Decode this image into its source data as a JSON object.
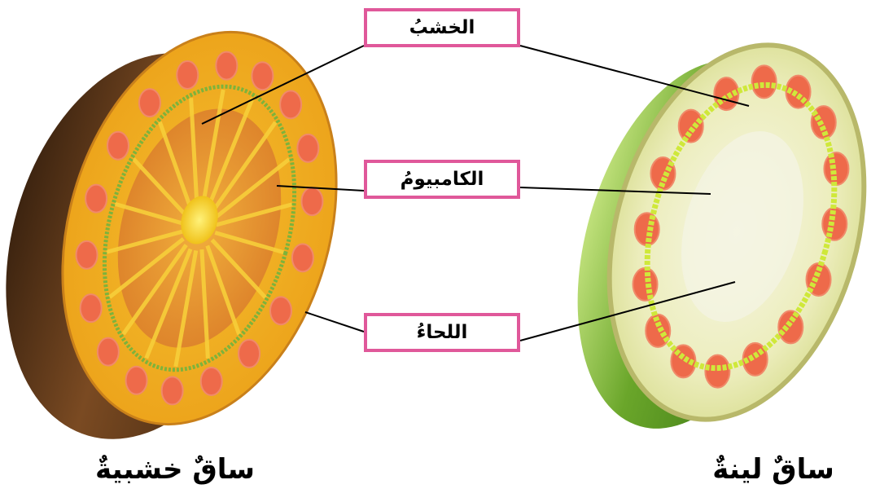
{
  "labels": {
    "xylem": "الخشبُ",
    "cambium": "الكامبيومُ",
    "phloem": "اللحاءُ"
  },
  "captions": {
    "woody_stem": "ساقٌ خشبيةٌ",
    "herbaceous_stem": "ساقٌ لينةٌ"
  },
  "colors": {
    "label_border": "#e0589a",
    "leader_line": "#000000",
    "woody_bark": "#6b3d18",
    "woody_face": "#f2b01e",
    "woody_inner": "#e38a2c",
    "woody_pith": "#f5d21c",
    "vascular_bundle": "#ee6a4a",
    "cambium_ring": "#7db33b",
    "herb_side": "#5c9a22",
    "herb_face": "#dfe3a0",
    "herb_pith": "#f1f1da",
    "herb_cambium": "#d8ec3a"
  }
}
